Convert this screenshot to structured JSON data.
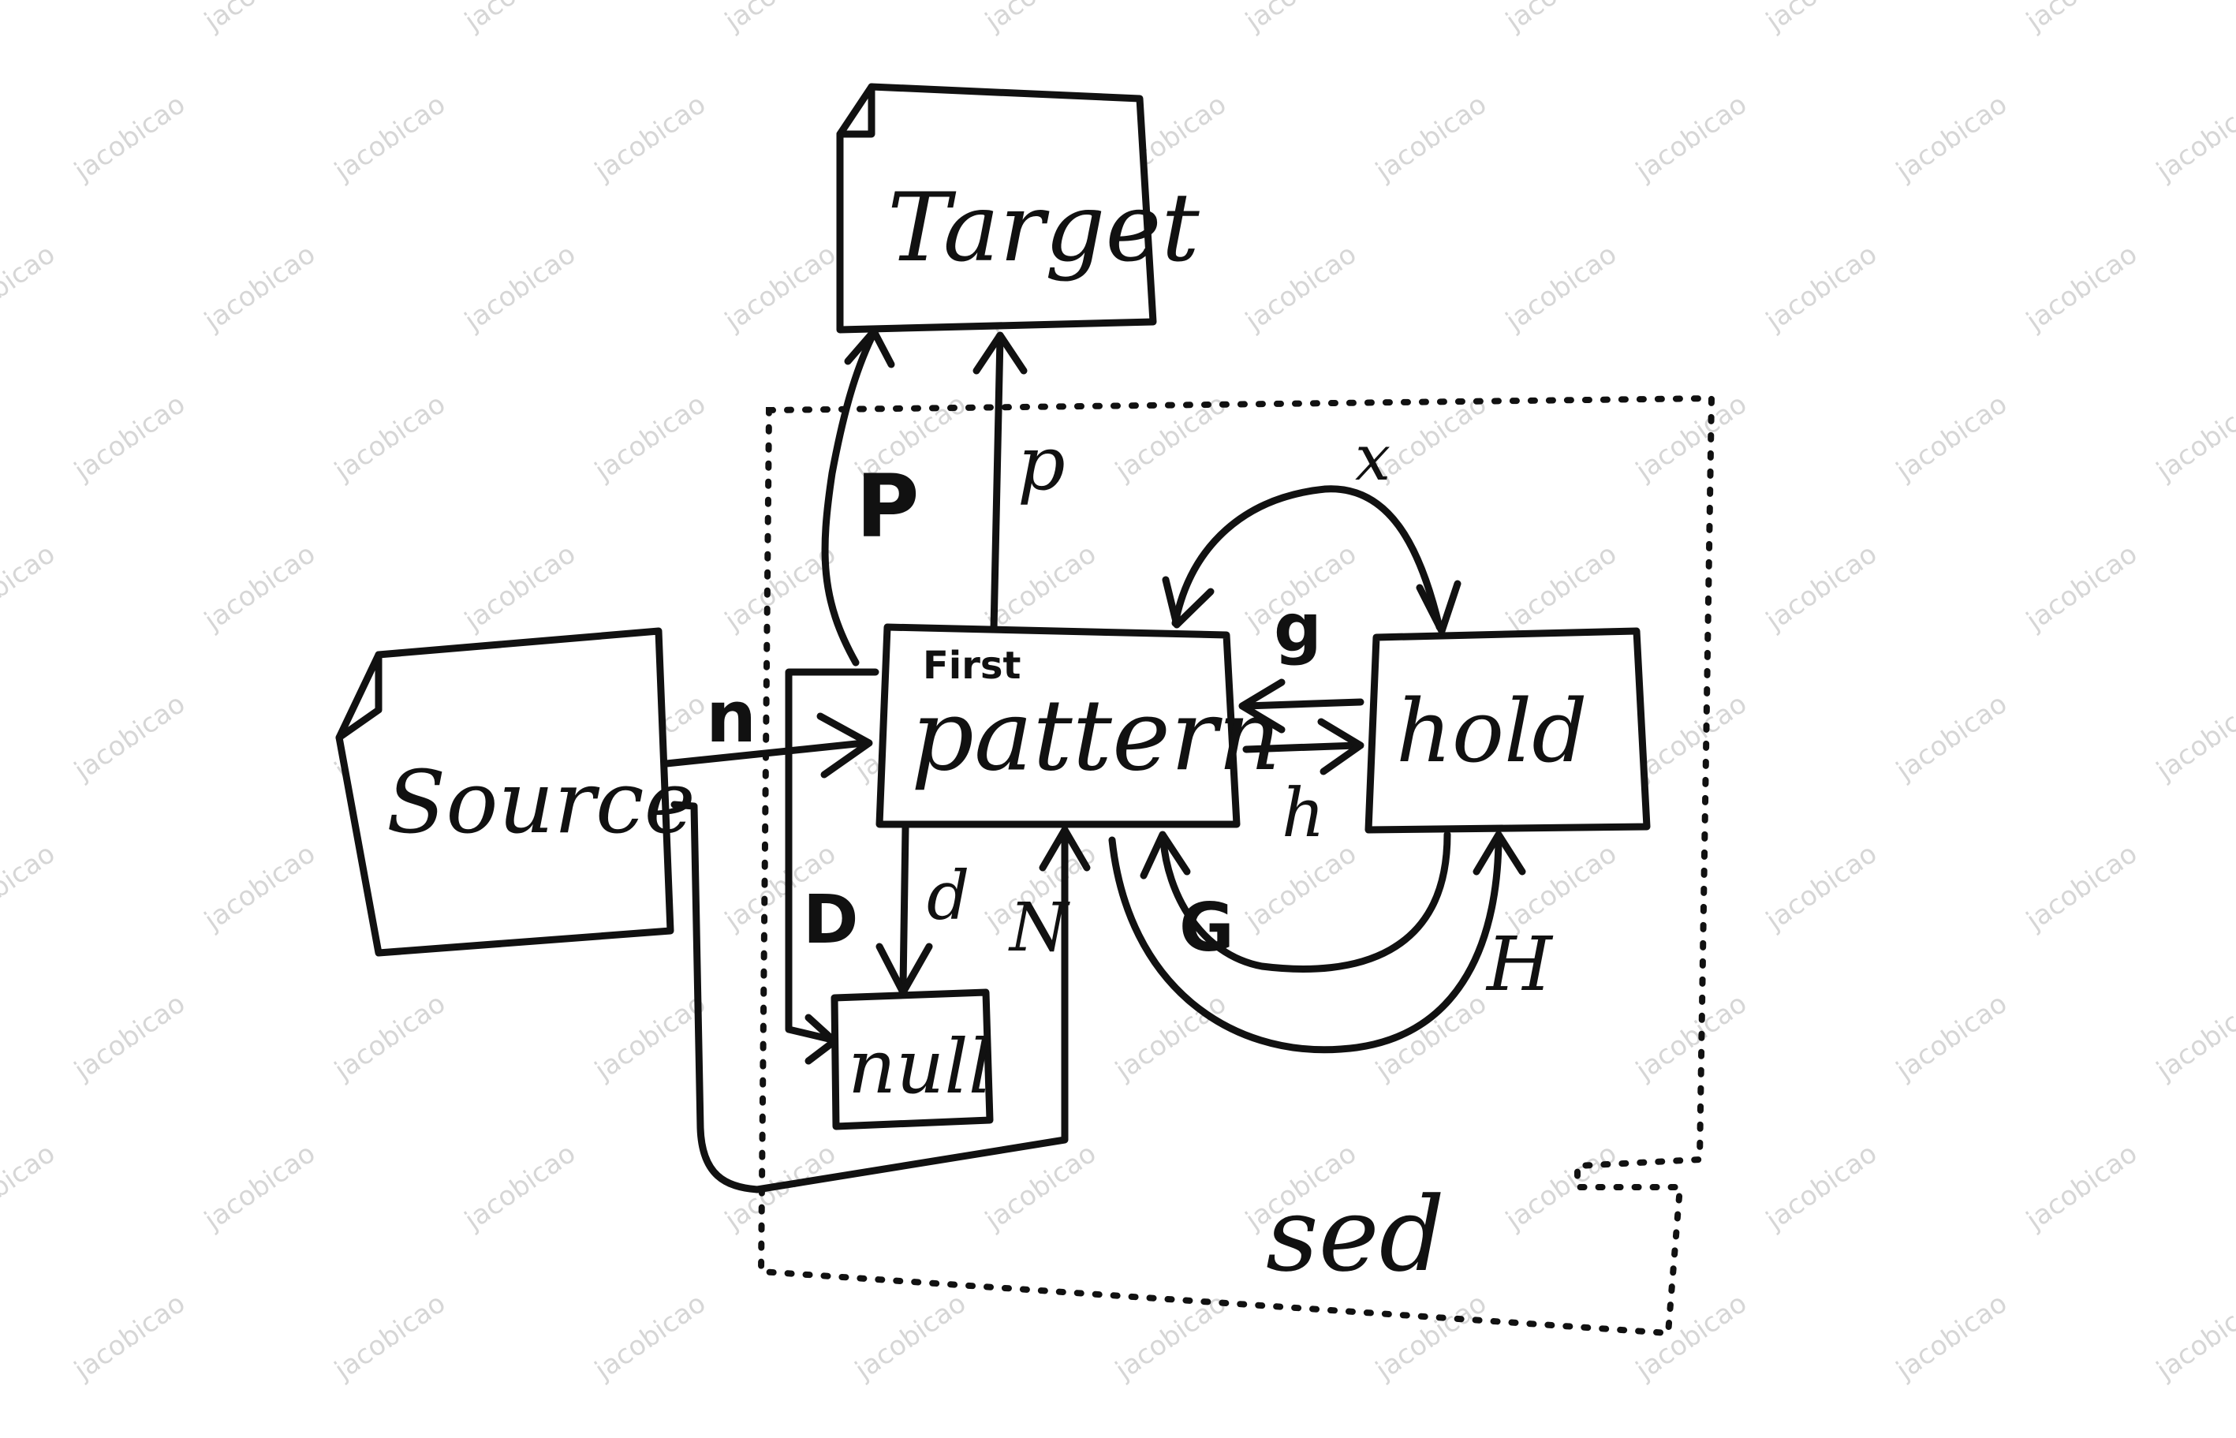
{
  "watermark": "jacobicao",
  "nodes": {
    "target": "Target",
    "source": "Source",
    "pattern_prefix": "First",
    "pattern": "pattern",
    "hold": "hold",
    "null": "null",
    "container": "sed"
  },
  "edges": {
    "p_upper": "P",
    "p_lower": "p",
    "n_lower": "n",
    "d_upper": "D",
    "d_lower": "d",
    "n_upper": "N",
    "x": "x",
    "g_lower": "g",
    "h_lower": "h",
    "g_upper": "G",
    "h_upper": "H"
  }
}
